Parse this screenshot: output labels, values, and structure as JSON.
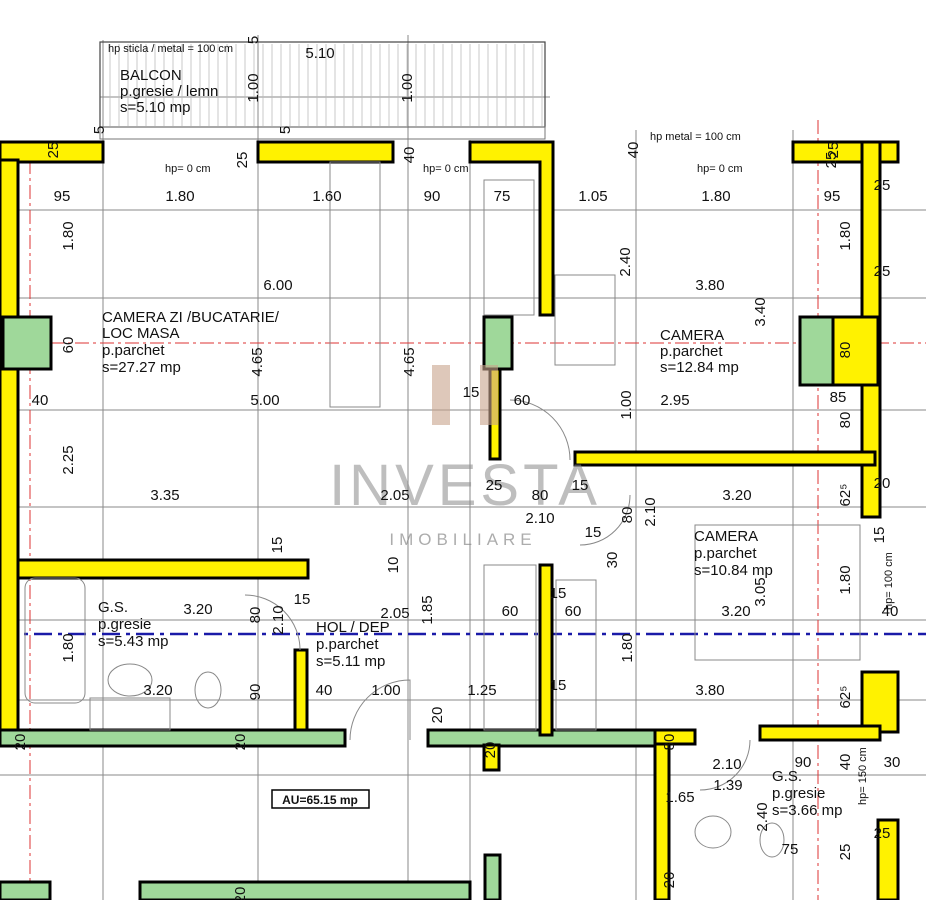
{
  "plan": {
    "total_area": "AU=65.15 mp",
    "watermark": {
      "brand": "INVESTA",
      "sub": "IMOBILIARE"
    },
    "colors": {
      "wall": "#fff200",
      "column": "#9fd89a",
      "axis": "#1a1aa8",
      "centerline": "#dd3333"
    },
    "rooms": [
      {
        "name": "BALCON",
        "floor": "p.gresie / lemn",
        "area": "s=5.10 mp"
      },
      {
        "name": "CAMERA ZI /BUCATARIE/",
        "name2": "LOC MASA",
        "floor": "p.parchet",
        "area": "s=27.27 mp"
      },
      {
        "name": "CAMERA",
        "floor": "p.parchet",
        "area": "s=12.84 mp"
      },
      {
        "name": "CAMERA",
        "floor": "p.parchet",
        "area": "s=10.84 mp"
      },
      {
        "name": "G.S.",
        "floor": "p.gresie",
        "area": "s=5.43 mp"
      },
      {
        "name": "HOL / DEP",
        "floor": "p.parchet",
        "area": "s=5.11 mp"
      },
      {
        "name": "G.S.",
        "floor": "p.gresie",
        "area": "s=3.66 mp"
      }
    ],
    "notes": [
      "hp sticla / metal = 100 cm",
      "hp= 0 cm",
      "hp= 0 cm",
      "hp metal = 100 cm",
      "hp= 0 cm",
      "hp= 100 cm",
      "hp= 150 cm"
    ],
    "dimensions": [
      "5.10",
      "1.00",
      "1.00",
      "5",
      "5",
      "5",
      "25",
      "40",
      "40",
      "25",
      "95",
      "1.80",
      "1.60",
      "90",
      "75",
      "1.05",
      "1.80",
      "95",
      "1.80",
      "2.40",
      "1.80",
      "3.40",
      "6.00",
      "3.80",
      "60",
      "4.65",
      "4.65",
      "80",
      "40",
      "5.00",
      "15",
      "60",
      "1.00",
      "2.95",
      "85",
      "80",
      "2.25",
      "3.35",
      "2.05",
      "25",
      "80",
      "15",
      "3.20",
      "62⁵",
      "2.10",
      "15",
      "80",
      "2.10",
      "15",
      "10",
      "30",
      "15",
      "3.20",
      "80",
      "2.10",
      "15",
      "2.05",
      "1.85",
      "60",
      "15",
      "60",
      "3.20",
      "3.05",
      "1.80",
      "40",
      "1.80",
      "1.80",
      "3.20",
      "90",
      "40",
      "1.00",
      "1.25",
      "15",
      "3.80",
      "62⁵",
      "20",
      "20",
      "20",
      "20",
      "80",
      "2.10",
      "1.39",
      "90",
      "40",
      "30",
      "1.65",
      "2.40",
      "75",
      "25",
      "25",
      "25",
      "25",
      "25",
      "25",
      "20",
      "20",
      "20"
    ]
  }
}
